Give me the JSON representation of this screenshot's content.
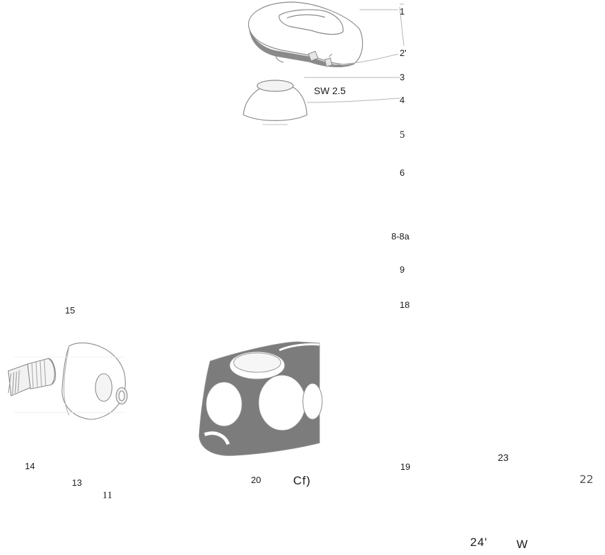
{
  "callouts": {
    "n1": "1",
    "n2": "2'",
    "n3": "3",
    "n4": "4",
    "n5": "5",
    "n6": "6",
    "n8": "8-8a",
    "n9": "9",
    "n18": "18",
    "n15": "15",
    "n14": "14",
    "n13": "13",
    "n11": "11",
    "n20": "20",
    "cf": "Cf)",
    "n19": "19",
    "n23": "23",
    "n22": "22",
    "n24": "24'",
    "w": "W"
  },
  "spec_label": "SW 2.5",
  "colors": {
    "line": "#8a8a8a",
    "dark_fill": "#7a7a7a",
    "mid_fill": "#9a9a9a"
  }
}
